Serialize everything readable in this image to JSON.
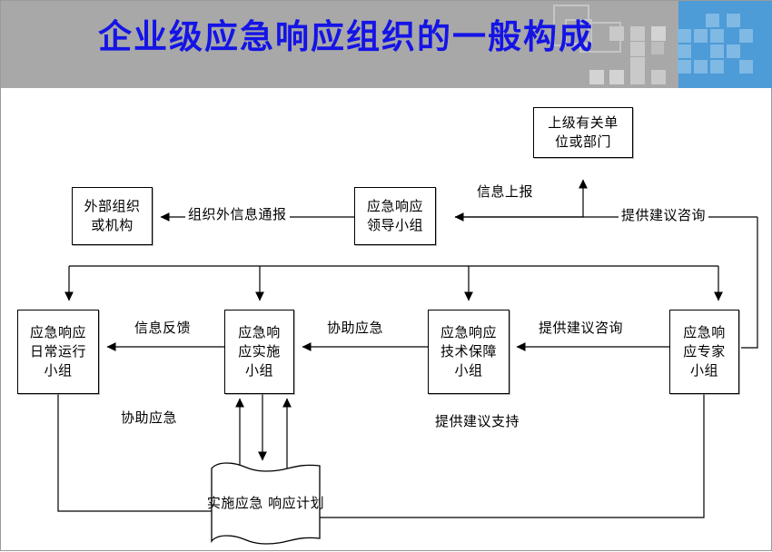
{
  "header": {
    "title": "企业级应急响应组织的一般构成",
    "title_color": "#1414e6",
    "band_color": "#a8a8a8",
    "accent_color": "#4d9bd7"
  },
  "diagram": {
    "type": "org-flow",
    "nodes": [
      {
        "id": "upper-authority",
        "label": "上级有关单\n位或部门",
        "lines": [
          "上级有关单",
          "位或部门"
        ]
      },
      {
        "id": "external-org",
        "label": "外部组织\n或机构",
        "lines": [
          "外部组织",
          "或机构"
        ]
      },
      {
        "id": "leader-group",
        "label": "应急响应\n领导小组",
        "lines": [
          "应急响应",
          "领导小组"
        ]
      },
      {
        "id": "daily-ops-group",
        "label": "应急响应\n日常运行\n小组",
        "lines": [
          "应急响应",
          "日常运行",
          "小组"
        ]
      },
      {
        "id": "implementation-group",
        "label": "应急响\n应实施\n小组",
        "lines": [
          "应急响",
          "应实施",
          "小组"
        ]
      },
      {
        "id": "technical-support-group",
        "label": "应急响应\n技术保障\n小组",
        "lines": [
          "应急响应",
          "技术保障",
          "小组"
        ]
      },
      {
        "id": "expert-group",
        "label": "应急响\n应专家\n小组",
        "lines": [
          "应急响",
          "应专家",
          "小组"
        ]
      },
      {
        "id": "response-plan-doc",
        "label": "实施应急\n响应计划",
        "lines": [
          "实施应急",
          "响应计划"
        ]
      }
    ],
    "edges": [
      {
        "id": "report-up",
        "label": "信息上报",
        "from": "leader-group",
        "to": "upper-authority"
      },
      {
        "id": "external-notify",
        "label": "组织外信息通报",
        "from": "leader-group",
        "to": "external-org"
      },
      {
        "id": "advice-top",
        "label": "提供建议咨询",
        "from": "expert-group",
        "to": "leader-group"
      },
      {
        "id": "info-feedback",
        "label": "信息反馈",
        "from": "implementation-group",
        "to": "daily-ops-group"
      },
      {
        "id": "assist-response-mid",
        "label": "协助应急",
        "from": "technical-support-group",
        "to": "implementation-group"
      },
      {
        "id": "advice-mid",
        "label": "提供建议咨询",
        "from": "expert-group",
        "to": "technical-support-group"
      },
      {
        "id": "assist-response-bottom",
        "label": "协助应急",
        "from": "daily-ops-group",
        "to": "implementation-group"
      },
      {
        "id": "advice-support",
        "label": "提供建议支持",
        "from": "expert-group",
        "to": "implementation-group"
      }
    ]
  }
}
